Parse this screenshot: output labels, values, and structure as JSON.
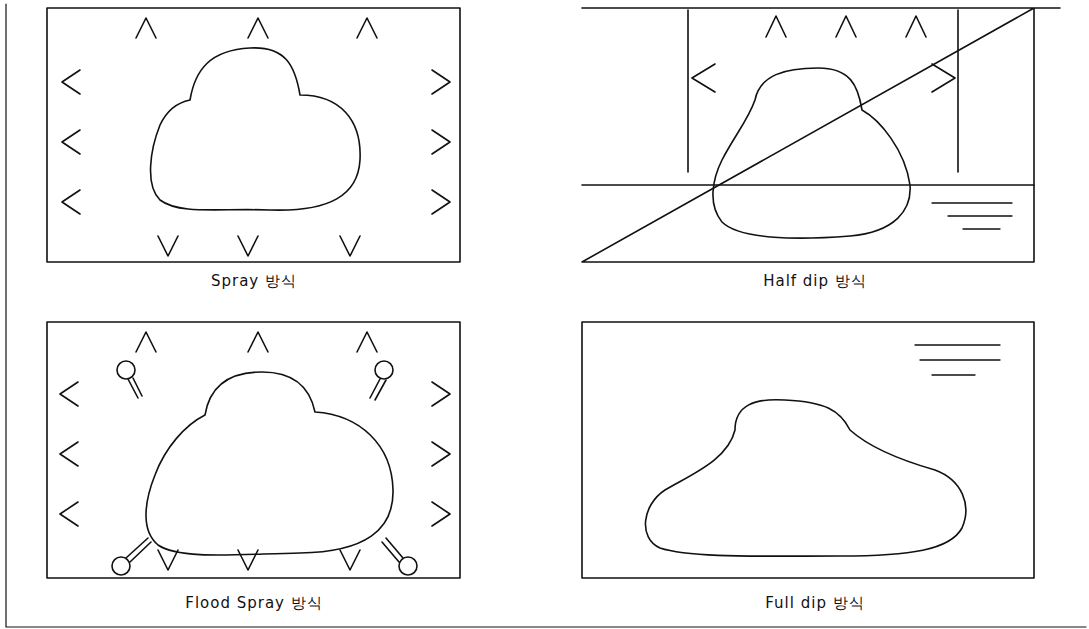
{
  "diagram": {
    "labels": [
      "Spray 방식",
      "Half dip 방식",
      "Flood Spray 방식",
      "Full dip 방식"
    ]
  }
}
